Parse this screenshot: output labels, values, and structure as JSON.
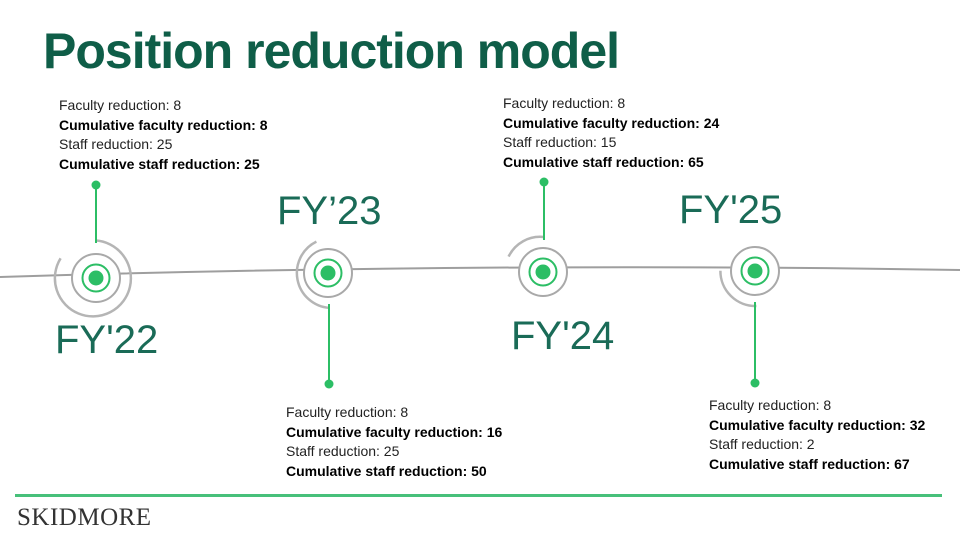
{
  "title": "Position reduction model",
  "colors": {
    "title": "#0f5e48",
    "label": "#1a6b57",
    "accent": "#2cbe65",
    "ring": "#a9a9a9",
    "rule": "#47c07a"
  },
  "milestones": [
    {
      "label": "FY'22",
      "lines": [
        "Faculty reduction: 8",
        "Cumulative faculty reduction: 8",
        "Staff reduction: 25",
        "Cumulative staff reduction: 25"
      ]
    },
    {
      "label": "FY’23",
      "lines": [
        "Faculty reduction: 8",
        "Cumulative faculty reduction: 16",
        "Staff reduction: 25",
        "Cumulative staff reduction: 50"
      ]
    },
    {
      "label": "FY'24",
      "lines": [
        "Faculty reduction: 8",
        "Cumulative faculty reduction: 24",
        "Staff reduction: 15",
        "Cumulative staff reduction: 65"
      ]
    },
    {
      "label": "FY'25",
      "lines": [
        "Faculty reduction: 8",
        "Cumulative faculty reduction: 32",
        "Staff reduction: 2",
        "Cumulative staff reduction: 67"
      ]
    }
  ],
  "footer": {
    "logo": "SKIDMORE"
  }
}
